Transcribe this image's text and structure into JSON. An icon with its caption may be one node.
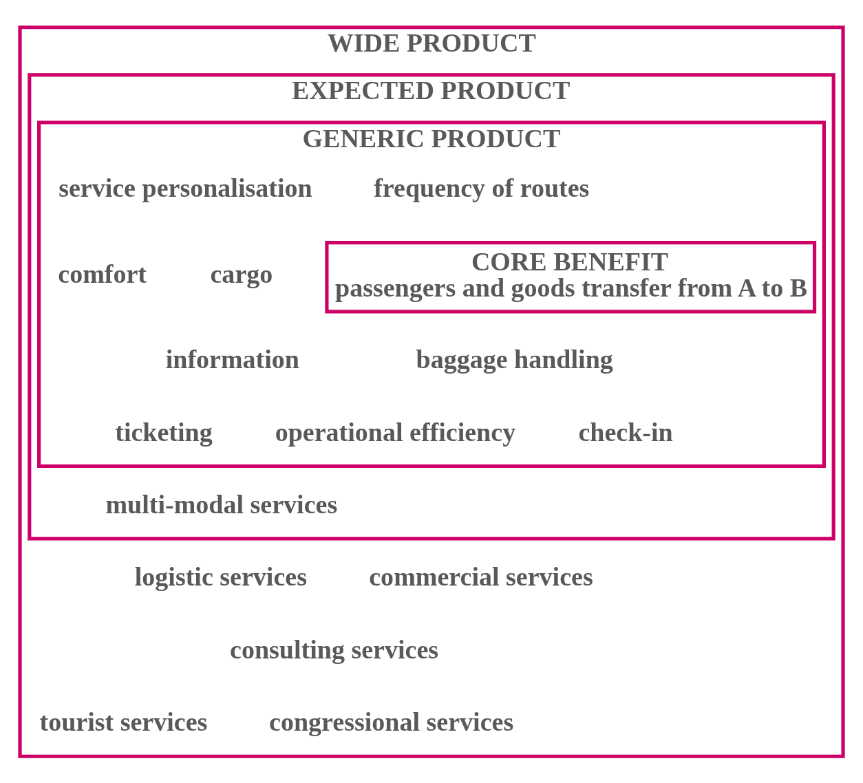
{
  "diagram": {
    "nodes": [
      {
        "text": [
          "WIDE PRODUCT"
        ]
      },
      {
        "text": [
          "EXPECTED PRODUCT"
        ],
        "in": 0
      },
      {
        "text": [
          "GENERIC PRODUCT"
        ],
        "in": 1
      },
      {
        "text": [
          "CORE BENEFIT",
          "passengers and goods transfer from A to B"
        ],
        "in": 2
      }
    ],
    "labels": [
      "frequency of routes",
      "service personalisation",
      "cargo",
      "comfort",
      "baggage handling",
      "information",
      "check-in",
      "operational efficiency",
      "ticketing",
      "multi-modal services",
      "logistic services",
      "commercial services",
      "consulting services",
      "tourist services",
      "congressional services"
    ]
  }
}
